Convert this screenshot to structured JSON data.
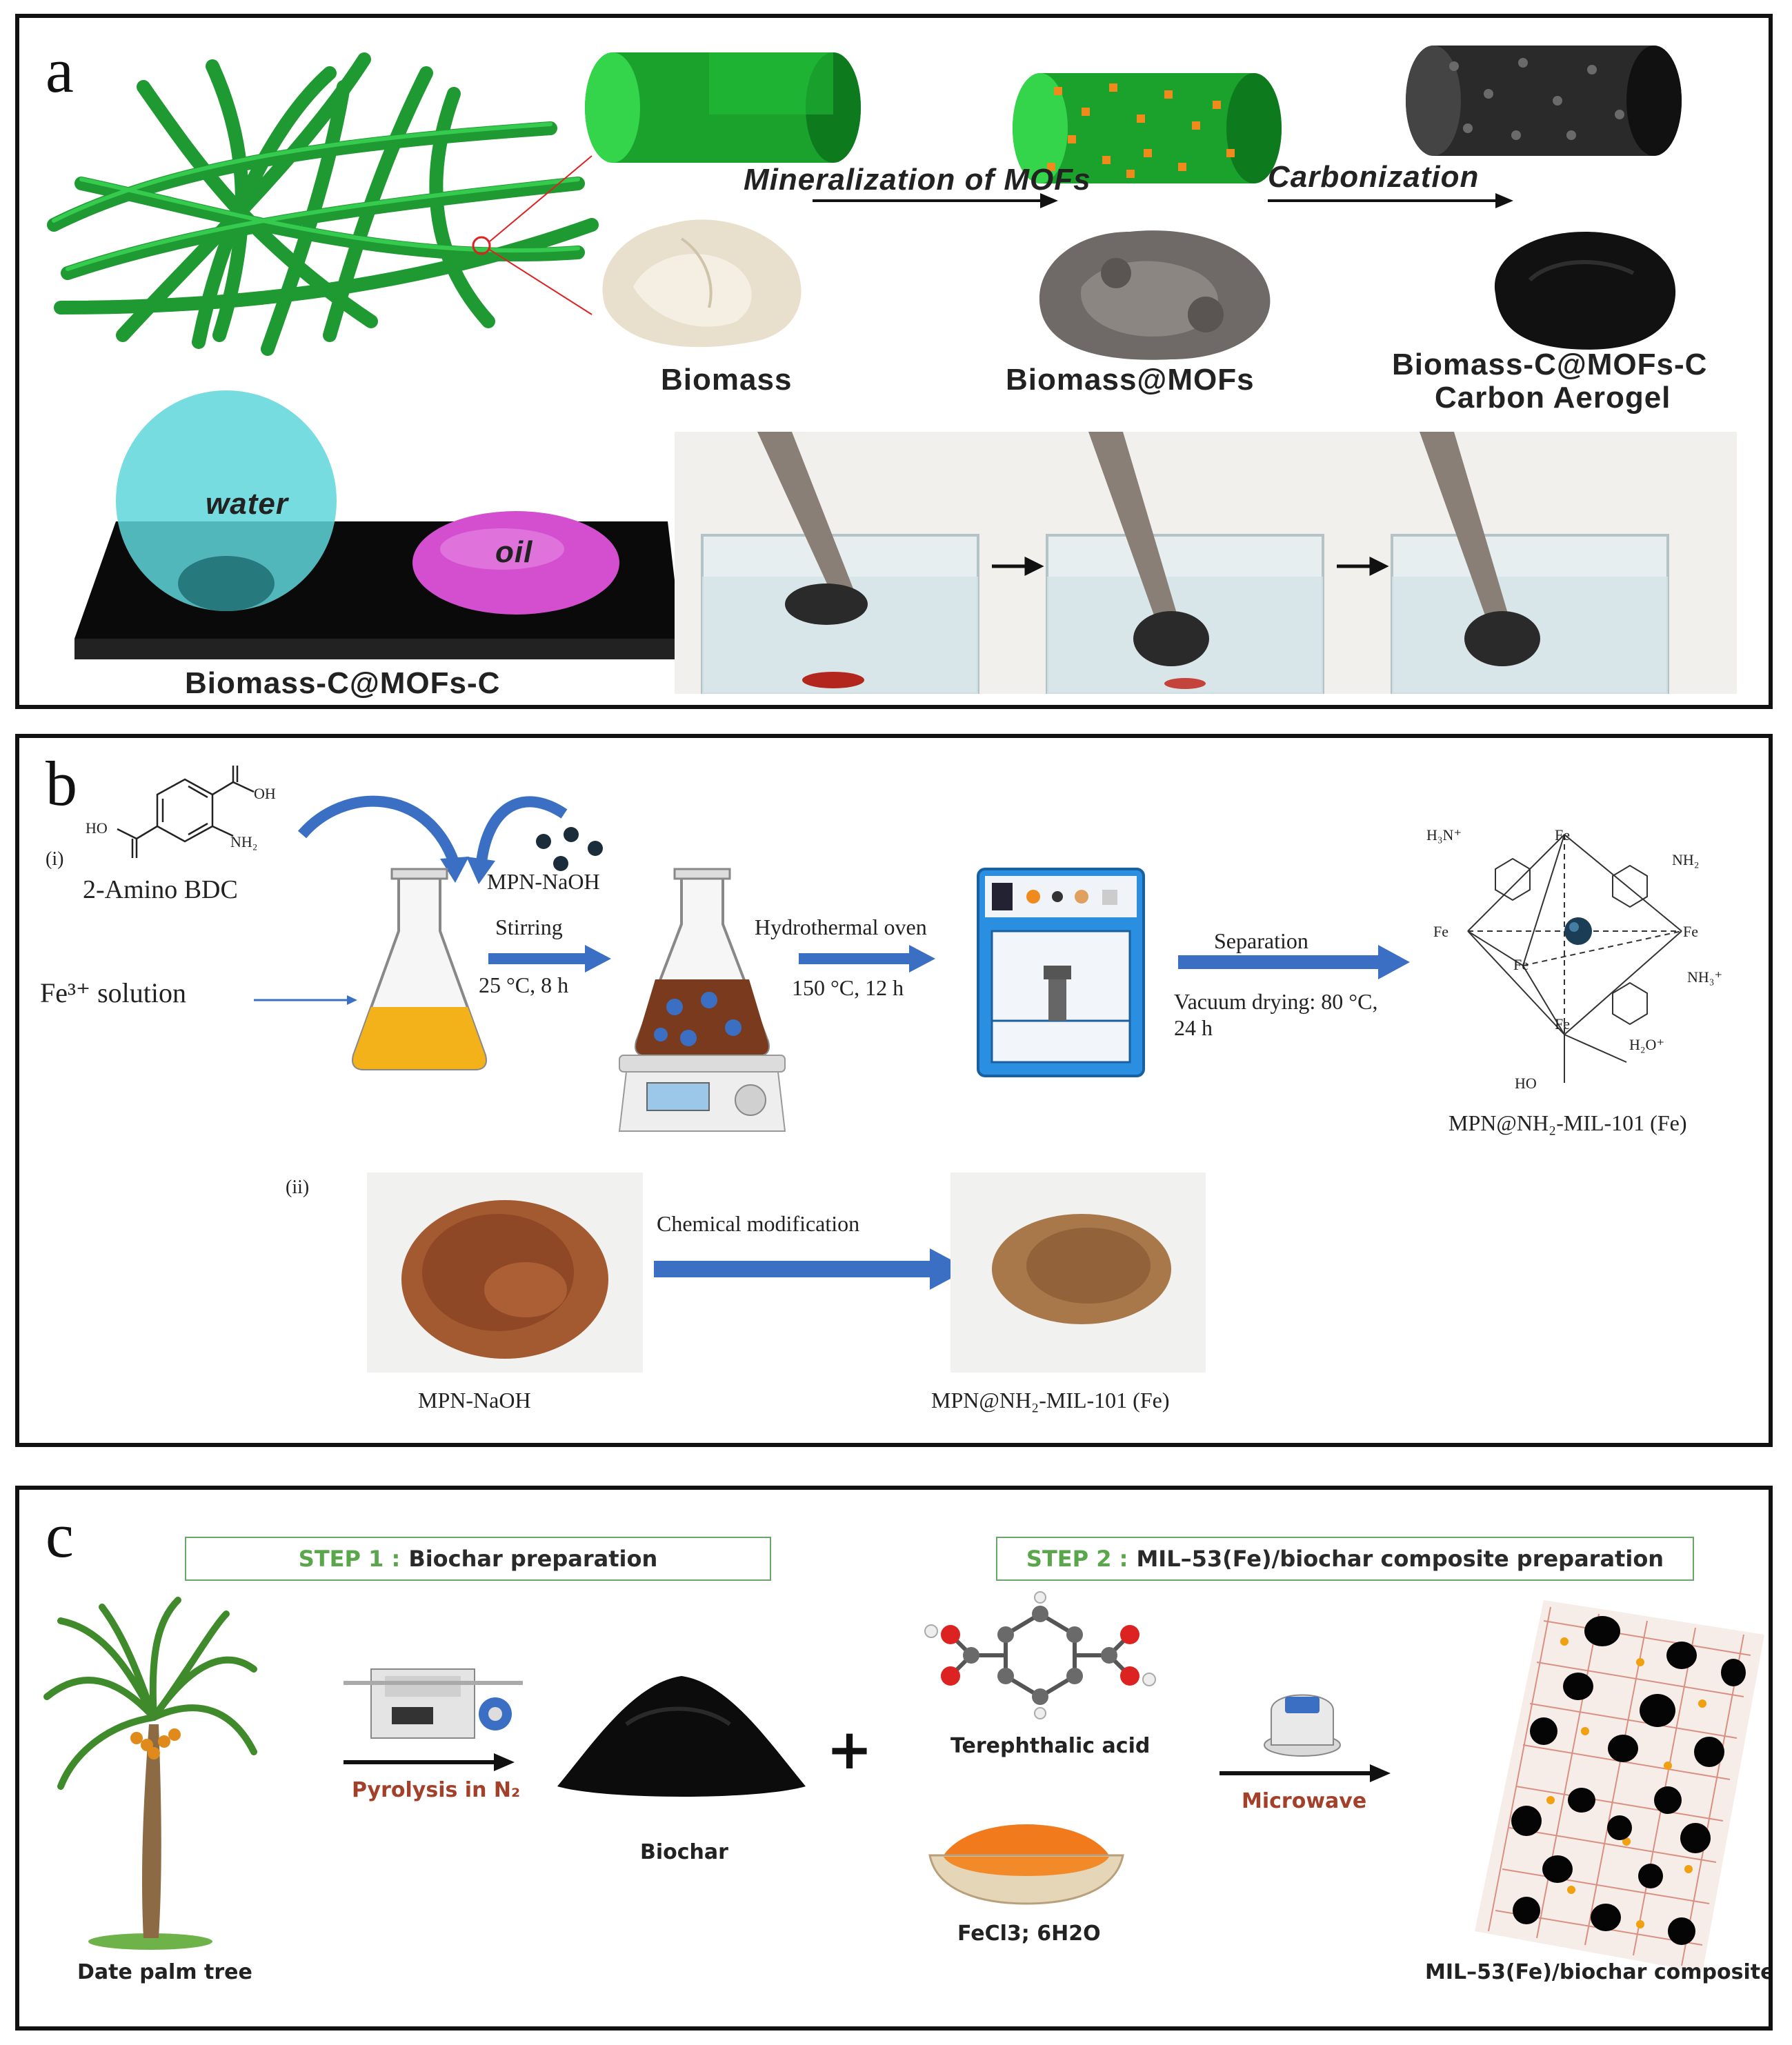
{
  "panel_a": {
    "letter": "a",
    "step1_label": "Mineralization of MOFs",
    "step2_label": "Carbonization",
    "biomass": "Biomass",
    "biomass_mofs": "Biomass@MOFs",
    "product_line1": "Biomass-C@MOFs-C",
    "product_line2": "Carbon Aerogel",
    "water": "water",
    "oil": "oil",
    "substrate_label": "Biomass-C@MOFs-C"
  },
  "panel_b": {
    "letter": "b",
    "part_i": "(i)",
    "ligand_name": "2-Amino BDC",
    "ligand_ho": "HO",
    "ligand_oh": "OH",
    "ligand_nh2": "NH₂",
    "mpn_naoh": "MPN-NaOH",
    "fe_solution": "Fe³⁺ solution",
    "stirring": "Stirring",
    "stirring_cond": "25 °C, 8 h",
    "hydrothermal": "Hydrothermal oven",
    "hydrothermal_cond": "150 °C, 12 h",
    "separation": "Separation",
    "vacuum_line1": "Vacuum drying: 80 °C,",
    "vacuum_line2": "24 h",
    "structure": {
      "h3n": "H₃N⁺",
      "fe": "Fe",
      "nh2": "NH₂",
      "nh3": "NH₃⁺",
      "h2o": "H₂O⁺",
      "ho": "HO"
    },
    "product": "MPN@NH₂-MIL-101 (Fe)",
    "part_ii": "(ii)",
    "photo_left_label": "MPN-NaOH",
    "chem_mod": "Chemical modification",
    "photo_right_label": "MPN@NH₂-MIL-101 (Fe)"
  },
  "panel_c": {
    "letter": "c",
    "step1_key": "STEP 1 :",
    "step1_val": "Biochar preparation",
    "step2_key": "STEP 2 :",
    "step2_val": "MIL–53(Fe)/biochar composite preparation",
    "tree": "Date palm tree",
    "pyrolysis": "Pyrolysis in N₂",
    "biochar": "Biochar",
    "plus": "+",
    "terephthalic": "Terephthalic acid",
    "fecl3": "FeCl3; 6H2O",
    "microwave": "Microwave",
    "composite": "MIL–53(Fe)/biochar composite",
    "accent_red": "#a3402a",
    "accent_green": "#5aa64a"
  },
  "colors": {
    "arrow_blue": "#3b6fc4",
    "fiber_green": "#2bbf3f",
    "water": "#5fd6d9",
    "oil": "#d44fd0"
  }
}
